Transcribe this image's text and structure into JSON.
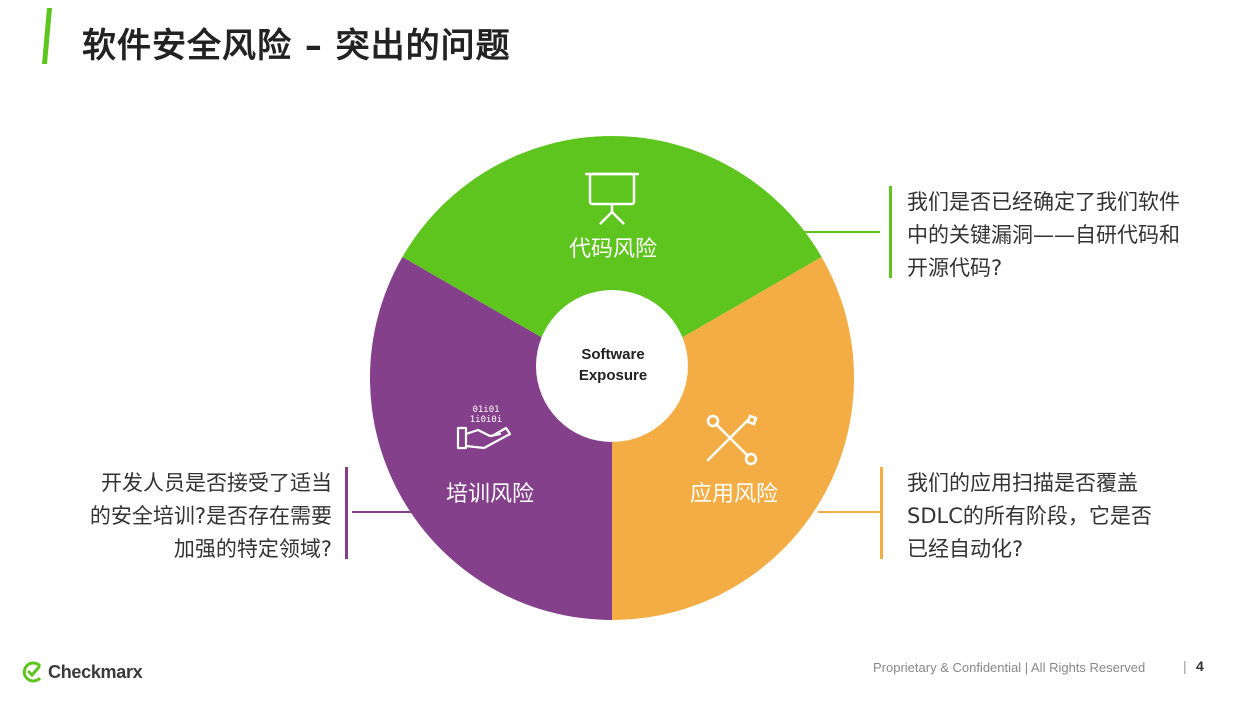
{
  "slide": {
    "title": "软件安全风险 – 突出的问题",
    "page_number": "4",
    "footer": "Proprietary & Confidential | All Rights Reserved",
    "footer_separator": "|"
  },
  "brand": {
    "name": "Checkmarx",
    "accent_color": "#5ec41e"
  },
  "diagram": {
    "center": {
      "line1": "Software",
      "line2": "Exposure"
    },
    "segments": [
      {
        "label": "代码风险",
        "color": "#5ec41e",
        "icon": "presentation-board-icon"
      },
      {
        "label": "应用风险",
        "color": "#f4ad45",
        "icon": "wrench-screwdriver-icon"
      },
      {
        "label": "培训风险",
        "color": "#84408a",
        "icon": "hand-binary-icon"
      }
    ]
  },
  "notes": {
    "code": [
      "我们是否已经确定了我们软件",
      "中的关键漏洞——自研代码和",
      "开源代码?"
    ],
    "app": [
      "我们的应用扫描是否覆盖",
      "SDLC的所有阶段，它是否",
      "已经自动化?"
    ],
    "training": [
      "开发人员是否接受了适当",
      "的安全培训?是否存在需要",
      "加强的特定领域?"
    ]
  },
  "icons": {
    "binary_text_top": "01i01",
    "binary_text_bottom": "1i0i0i"
  }
}
